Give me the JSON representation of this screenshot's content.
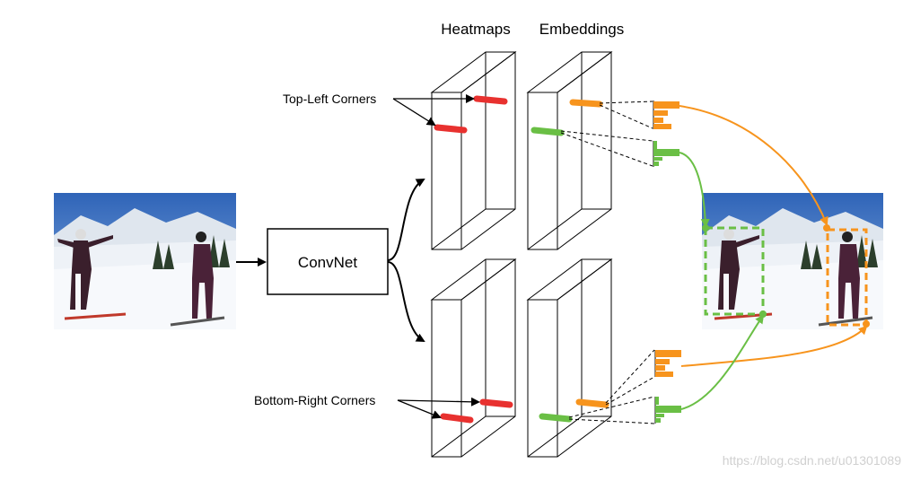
{
  "headers": {
    "heatmaps": "Heatmaps",
    "embeddings": "Embeddings"
  },
  "labels": {
    "top_left": "Top-Left Corners",
    "bottom_right": "Bottom-Right Corners",
    "convnet": "ConvNet"
  },
  "watermark": "https://blog.csdn.net/u01301089",
  "colors": {
    "heatmap_corner": "#e8312f",
    "embedding_orange": "#f7941d",
    "embedding_green": "#6abf45",
    "line": "#000000"
  },
  "icons": {
    "input_image": "skiers-photo",
    "output_image": "skiers-photo-with-boxes"
  }
}
